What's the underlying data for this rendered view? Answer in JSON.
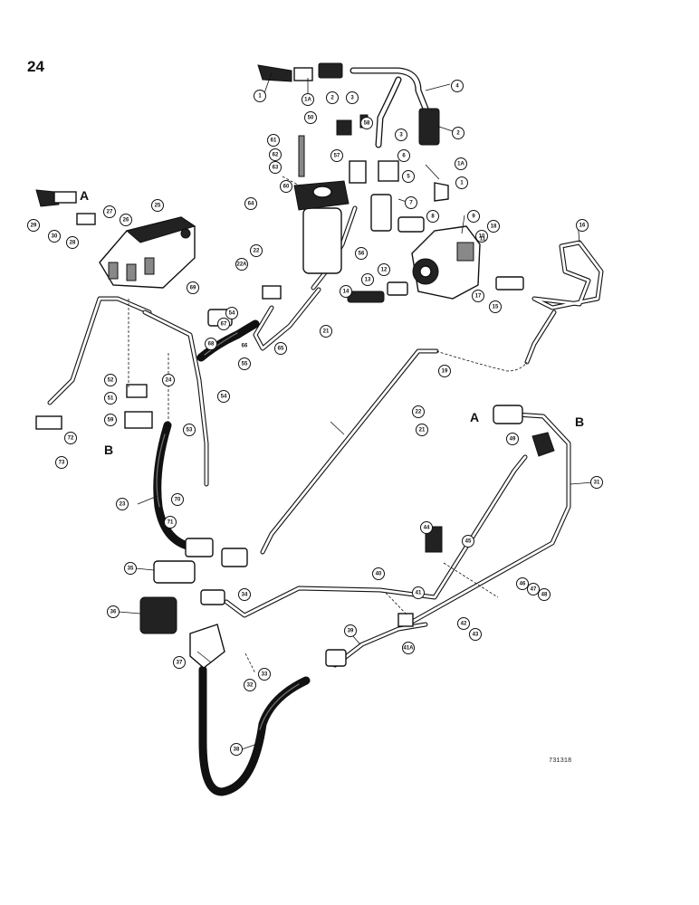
{
  "page_number": "24",
  "drawing_code": "731318",
  "connection_letters": [
    "A",
    "B",
    "A",
    "B"
  ],
  "callouts": [
    "1",
    "1A",
    "2",
    "3",
    "4",
    "2",
    "3",
    "1A",
    "1",
    "5",
    "6",
    "7",
    "8",
    "9",
    "10",
    "11",
    "12",
    "13",
    "14",
    "15",
    "16",
    "17",
    "18",
    "19",
    "21",
    "22",
    "21",
    "22",
    "22A",
    "23",
    "24",
    "25",
    "26",
    "27",
    "28",
    "29",
    "30",
    "31",
    "32",
    "33",
    "34",
    "35",
    "36",
    "37",
    "38",
    "39",
    "40",
    "41",
    "41A",
    "42",
    "43",
    "44",
    "45",
    "46",
    "47",
    "48",
    "49",
    "50",
    "51",
    "52",
    "53",
    "54",
    "54",
    "55",
    "56",
    "57",
    "58",
    "59",
    "60",
    "61",
    "62",
    "63",
    "64",
    "65",
    "66",
    "67",
    "68",
    "69",
    "70",
    "71",
    "72",
    "73"
  ]
}
